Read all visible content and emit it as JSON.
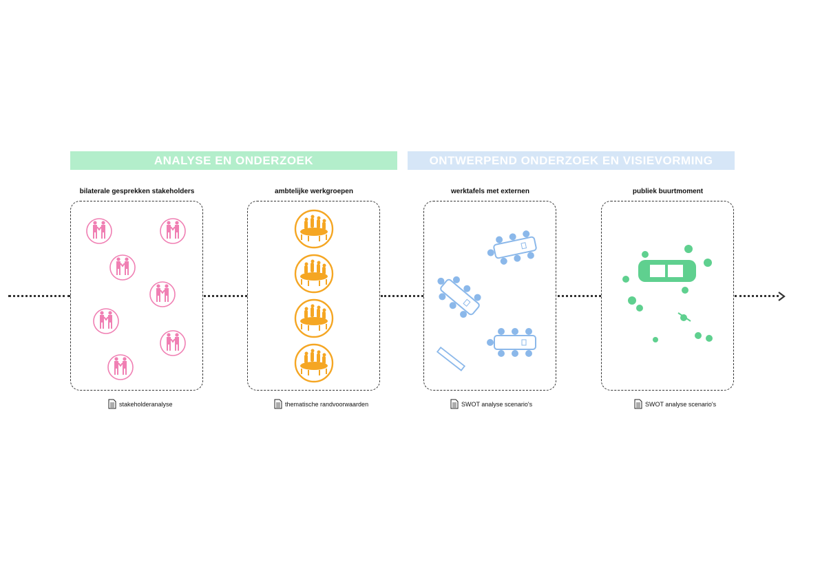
{
  "phases": [
    {
      "label": "ANALYSE EN ONDERZOEK",
      "color": "#b3eecb"
    },
    {
      "label": "ONTWERPEND ONDERZOEK EN VISIEVORMING",
      "color": "#d6e6f7"
    }
  ],
  "steps": [
    {
      "title": "bilaterale gesprekken stakeholders",
      "output": "stakeholderanalyse",
      "icon": "handshake-icon",
      "color": "#f07fb3"
    },
    {
      "title": "ambtelijke werkgroepen",
      "output": "thematische randvoorwaarden",
      "icon": "meeting-table-icon",
      "color": "#f5a623"
    },
    {
      "title": "werktafels met externen",
      "output": "SWOT analyse scenario's",
      "icon": "worktable-icon",
      "color": "#8bb8ea"
    },
    {
      "title": "publiek buurtmoment",
      "output": "SWOT analyse scenario's",
      "icon": "neighbourhood-gathering-icon",
      "color": "#5fd08f"
    }
  ],
  "colors": {
    "timeline": "#333333",
    "document_icon": "#222222"
  }
}
